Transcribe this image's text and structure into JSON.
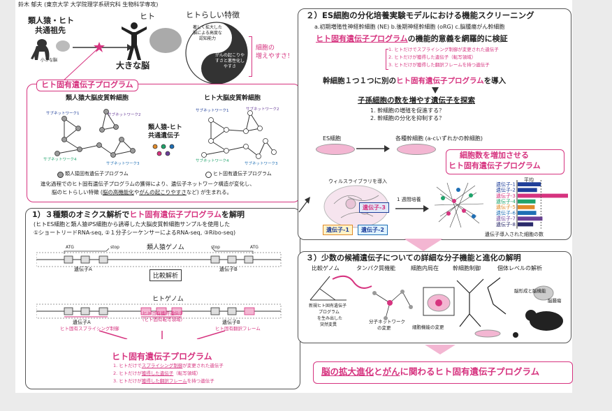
{
  "author": "鈴木 郁夫 (東京大学 大学院理学系研究科 生物科学専攻)",
  "top_left": {
    "ancestor_label_1": "類人猿・ヒト",
    "ancestor_label_2": "共通祖先",
    "small_brain": "小さな脳",
    "human_label": "ヒト",
    "big_brain": "大きな脳",
    "traits_title": "ヒトらしい特徴",
    "trait_1": "著しく拡大した脳による高度な認知能力",
    "trait_2": "がんの起こりやすさと悪性化しやすさ",
    "brain_cells_1": "細胞の",
    "brain_cells_2": "増えやすさ！"
  },
  "program_box": {
    "title": "ヒト固有遺伝子プログラム",
    "ape_title": "類人猿大脳皮質幹細胞",
    "human_title": "ヒト大脳皮質幹細胞",
    "shared_genes_1": "類人猿-ヒト",
    "shared_genes_2": "共通遺伝子",
    "subnet_1": "サブネットワーク1",
    "subnet_2": "サブネットワーク2",
    "subnet_3": "サブネットワーク3",
    "subnet_4": "サブネットワーク4",
    "legend_ape": "類人猿固有遺伝子プログラム",
    "legend_human": "ヒト固有遺伝子プログラム",
    "caption_1": "進化過程でのヒト固有遺伝子プログラムの獲得により、遺伝子ネットワーク構造が変化し、",
    "caption_2a": "脳のヒトらしい特徴 (",
    "caption_2b": "脳の高機能化",
    "caption_2c": "や",
    "caption_2d": "がんの起こりやすさ",
    "caption_2e": "など) が生まれる。"
  },
  "section1": {
    "title_a": "1）３種類のオミクス解析で",
    "title_b": "ヒト固有遺伝子プログラム",
    "title_c": "を解明",
    "line_1": "(ヒトES細胞と類人猿iPS細胞から誘導した大脳皮質幹細胞サンプルを使用した",
    "line_2": "①ショートリードRNA-seq, ②１分子シーケンサーによるRNA-seq, ③Ribo-seq)",
    "ape_genome": "類人猿ゲノム",
    "atg": "ATG",
    "stop": "stop",
    "gene_a": "遺伝子A",
    "gene_b": "遺伝子B",
    "compare": "比較解析",
    "human_genome": "ヒトゲノム",
    "gene_a2": "遺伝子A",
    "gene_a2_sub": "ヒト固有スプライシング制御",
    "acquired_1": "ヒト固有獲得遺伝子",
    "acquired_2": "(ヒト固有転写領域)",
    "gene_b2": "遺伝子B",
    "gene_b2_sub": "ヒト固有翻訳フレーム",
    "program_title": "ヒト固有遺伝子プログラム",
    "item_1a": "1. ヒトだけで",
    "item_1b": "スプライシング制御",
    "item_1c": "が変更された遺伝子",
    "item_2a": "2. ヒトだけが",
    "item_2b": "獲得した遺伝子",
    "item_2c": "（転写領域）",
    "item_3a": "3. ヒトだけが",
    "item_3b": "獲得した翻訳フレーム",
    "item_3c": "を持つ遺伝子"
  },
  "section2": {
    "title": "２）ES細胞の分化培養実験モデルにおける機能スクリーニング",
    "subtitle": "a.初期増殖性神経幹細胞 (NE)  b.後期神経幹細胞 (oRG)  c.脳腫瘍がん幹細胞",
    "program_line_a": "ヒト固有遺伝子プログラム",
    "program_line_b": "の機能的意義を網羅的に検証",
    "sub_1": "1. ヒトだけでスプライシング制御が変更された遺伝子",
    "sub_2": "2. ヒトだけが獲得した遺伝子（転写領域）",
    "sub_3": "3. ヒトだけが獲得した翻訳フレームを持つ遺伝子",
    "intro_a": "幹細胞１つ１つに別の",
    "intro_b": "ヒト固有遺伝子プログラム",
    "intro_c": "を導入",
    "search": "子孫細胞の数を増やす遺伝子を探索",
    "q_1": "1. 幹細胞の増殖を促進する？",
    "q_2": "2. 幹細胞の分化を抑制する？",
    "es_cell": "ES細胞",
    "stem_cells": "各種幹細胞 (a-cいずれかの幹細胞)",
    "increase_1": "細胞数を増加させる",
    "increase_2": "ヒト固有遺伝子プログラム",
    "virus_library": "ウィルスライブラリを導入",
    "gene_3": "遺伝子-3",
    "gene_1": "遺伝子-1",
    "gene_2": "遺伝子-2",
    "week_culture": "1 週間培養",
    "average": "平均",
    "count_caption": "遺伝子導入された細胞の数"
  },
  "section3": {
    "title": "３）少数の候補遺伝子についての詳細な分子機能と進化の解明",
    "h_1": "比較ゲノム",
    "h_2": "タンパク質機能",
    "h_3": "細胞内局在",
    "h_4": "幹細胞制御",
    "h_5": "個体レベルの解析",
    "new_gene_1": "新規ヒト固有遺伝子",
    "new_gene_2": "プログラム",
    "new_gene_3": "を生み出した",
    "new_gene_4": "突然変異",
    "molnet_1": "分子ネットワーク",
    "molnet_2": "の変更",
    "cell_change": "細胞機能の変更",
    "brain_form": "脳形成と脳機能",
    "brain_tumor": "脳腫瘍",
    "bottom_a": "脳の拡大進化",
    "bottom_b": "と",
    "bottom_c": "がん",
    "bottom_d": "に関わるヒト固有遺伝子プログラム"
  },
  "chart_data": {
    "type": "bar",
    "categories": [
      "遺伝子-1",
      "遺伝子-2",
      "遺伝子-3",
      "遺伝子-4",
      "遺伝子-5",
      "遺伝子-6",
      "遺伝子-7",
      "遺伝子-8"
    ],
    "values": [
      3,
      2.5,
      6.5,
      2.3,
      2.2,
      2.4,
      3.2,
      2.0
    ],
    "colors": [
      "#1f3f9a",
      "#1f3f9a",
      "#d6337f",
      "#1fa36b",
      "#e08a2a",
      "#1f6fb5",
      "#6a3f9a",
      "#2a2a6a"
    ],
    "ylabel": "遺伝子導入された細胞の数",
    "average_label": "平均"
  },
  "colors": {
    "accent": "#d6337f",
    "ape_node": "#9a9a9a",
    "human_node": "#ffffff"
  }
}
